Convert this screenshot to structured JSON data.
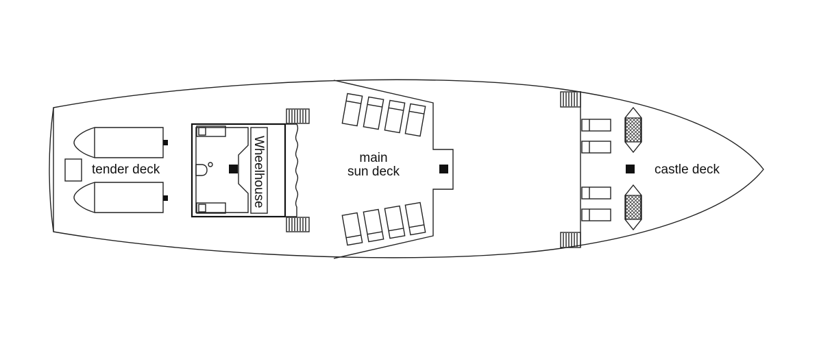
{
  "labels": {
    "tender_deck": "tender deck",
    "wheelhouse": "Wheelhouse",
    "main_line1": "main",
    "main_line2": "sun deck",
    "castle_deck": "castle deck"
  },
  "colors": {
    "background": "#ffffff",
    "line": "#222222",
    "marker": "#111111"
  }
}
